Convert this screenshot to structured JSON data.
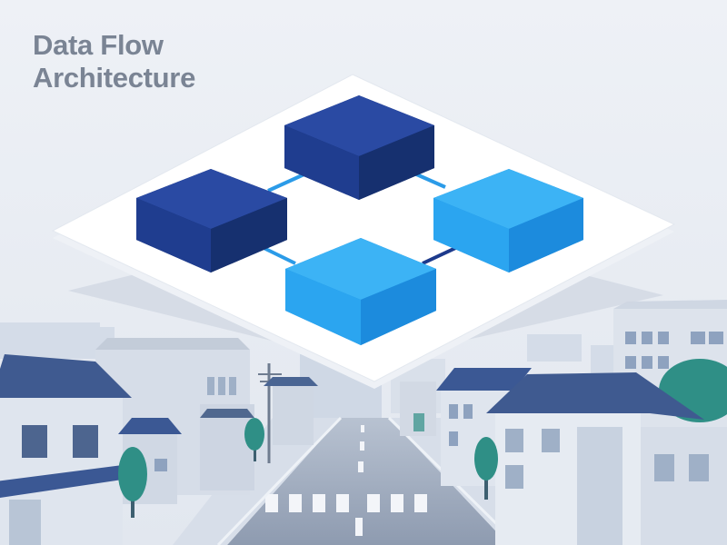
{
  "title": {
    "line1": "Data Flow",
    "line2": "Architecture"
  },
  "colors": {
    "background": "#e8ecf2",
    "platform": "#ffffff",
    "dark_block": "#1f3f93",
    "light_block": "#2ba5f0",
    "arrow_light": "#2b9be8",
    "arrow_dark": "#1d3a8c",
    "building": "#c9d4e3",
    "roof": "#3b5894",
    "tree": "#2f8f86",
    "road": "#9aa6b8"
  },
  "diagram": {
    "blocks": [
      {
        "id": "block-left",
        "tone": "dark"
      },
      {
        "id": "block-top",
        "tone": "dark"
      },
      {
        "id": "block-right",
        "tone": "light"
      },
      {
        "id": "block-bottom",
        "tone": "light"
      }
    ],
    "arrows": [
      {
        "from": "block-left",
        "to": "block-top",
        "tone": "light"
      },
      {
        "from": "block-top",
        "to": "block-right",
        "tone": "light"
      },
      {
        "from": "block-bottom",
        "to": "block-left",
        "tone": "light"
      },
      {
        "from": "block-bottom",
        "to": "block-right",
        "tone": "dark"
      }
    ]
  },
  "scene": {
    "background_icons": [
      "city-street-icon",
      "building-icon",
      "tree-icon",
      "utility-pole-icon"
    ]
  }
}
